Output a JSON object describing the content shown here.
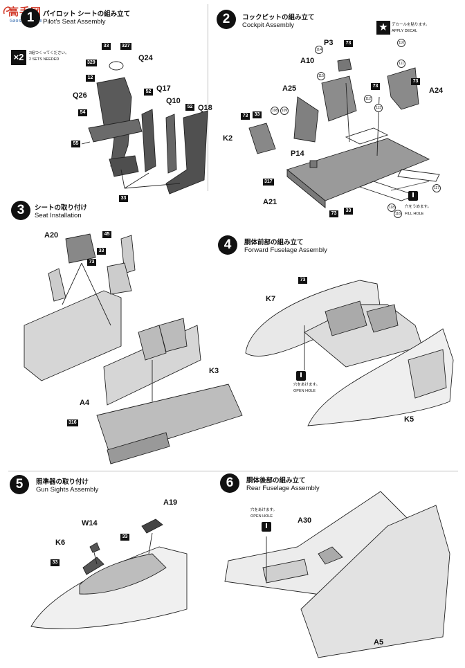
{
  "watermark": {
    "title": "高手网",
    "url": "Gaoshou.com"
  },
  "steps": [
    {
      "number": "1",
      "jp": "パイロット シートの組み立て",
      "en": "Pilot's Seat Assembly"
    },
    {
      "number": "2",
      "jp": "コックピットの組み立て",
      "en": "Cockpit Assembly"
    },
    {
      "number": "3",
      "jp": "シートの取り付け",
      "en": "Seat Installation"
    },
    {
      "number": "4",
      "jp": "胴体前部の組み立て",
      "en": "Forward Fuselage Assembly"
    },
    {
      "number": "5",
      "jp": "照準器の取り付け",
      "en": "Gun Sights Assembly"
    },
    {
      "number": "6",
      "jp": "胴体後部の組み立て",
      "en": "Rear Fuselage Assembly"
    }
  ],
  "step1": {
    "multiplier": "×2",
    "sets_jp": "2組つくってください。",
    "sets_en": "2 SETS NEEDED",
    "parts": [
      "Q24",
      "Q26",
      "Q17",
      "Q10",
      "Q18"
    ],
    "badges": [
      "33",
      "327",
      "329",
      "12",
      "52",
      "54",
      "55",
      "52",
      "33"
    ]
  },
  "step2": {
    "decal_jp": "デカールを貼ります。",
    "decal_en": "APPLY DECAL",
    "fill_jp": "穴をうめます。",
    "fill_en": "FILL HOLE",
    "parts": [
      "P3",
      "A10",
      "A25",
      "A24",
      "K2",
      "P14",
      "A21"
    ],
    "badges": [
      "73",
      "73",
      "73",
      "73",
      "33",
      "317",
      "73",
      "33"
    ],
    "circles": [
      "114",
      "115",
      "116",
      "110",
      "111",
      "112",
      "113",
      "108",
      "109",
      "117",
      "118"
    ]
  },
  "step3": {
    "parts": [
      "A20",
      "A4",
      "K3"
    ],
    "badges": [
      "45",
      "33",
      "73",
      "316"
    ]
  },
  "step4": {
    "open_jp": "穴をあけます。",
    "open_en": "OPEN HOLE",
    "parts": [
      "K7",
      "K5"
    ],
    "badges": [
      "73"
    ]
  },
  "step5": {
    "parts": [
      "A19",
      "W14",
      "K6"
    ],
    "badges": [
      "33",
      "33"
    ]
  },
  "step6": {
    "open_jp": "穴をあけます。",
    "open_en": "OPEN HOLE",
    "parts": [
      "A30",
      "A5"
    ]
  },
  "decal_icon": "star-icon",
  "hole_icon": "drill-icon"
}
